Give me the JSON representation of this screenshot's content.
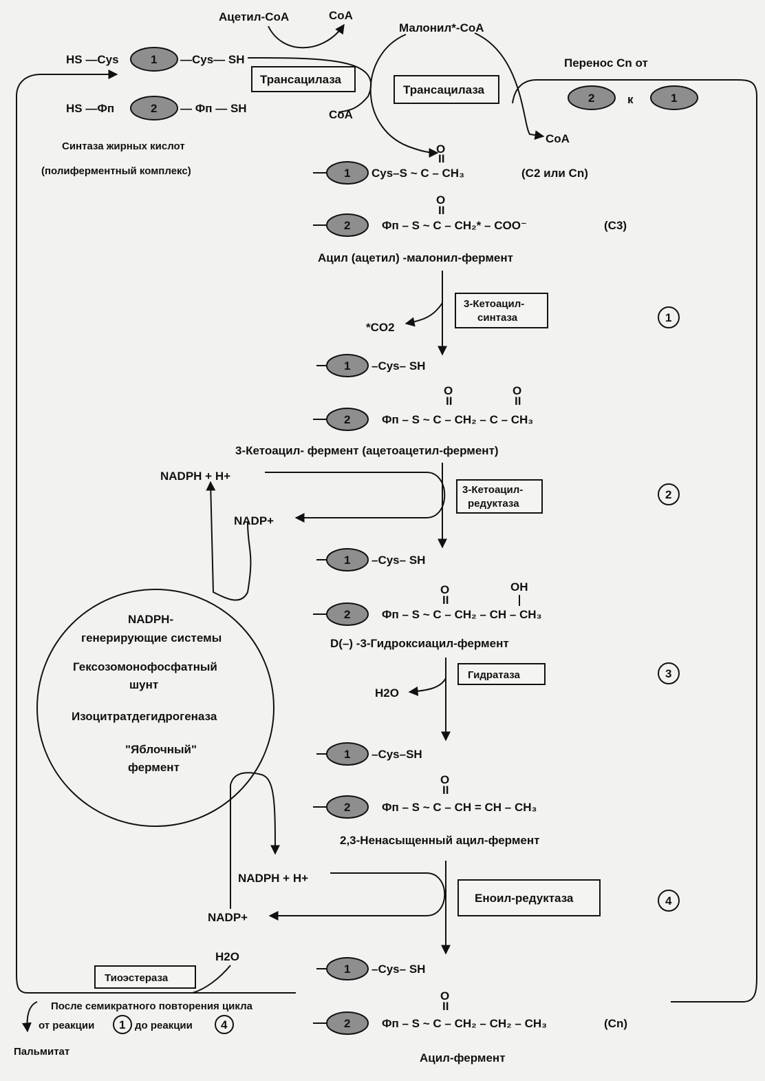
{
  "top": {
    "acetyl_coa": "Ацетил-CoA",
    "coa_1": "CoA",
    "malonyl_coa": "Малонил*-CoA",
    "coa_2": "CoA",
    "coa_3": "CoA",
    "hs_cys": "HS —Cys",
    "cys_sh": "—Cys— SH",
    "hs_fp": "HS —Фп",
    "fp_sh": "— Фп — SH",
    "synthase_line1": "Синтаза жирных кислот",
    "synthase_line2": "(полиферментный комплекс)",
    "transfer_label": "Перенос Cn от",
    "transfer_k": "к"
  },
  "enzymes": {
    "transacylase_1": "Трансацилаза",
    "transacylase_2": "Трансацилаза",
    "ketoacyl_synthase_1": "3-Кетоацил-",
    "ketoacyl_synthase_2": "синтаза",
    "ketoacyl_reductase_1": "3-Кетоацил-",
    "ketoacyl_reductase_2": "редуктаза",
    "hydratase": "Гидратаза",
    "enoyl_reductase": "Еноил-редуктаза",
    "thioesterase": "Тиоэстераза"
  },
  "steps": {
    "s1": "1",
    "s2": "2",
    "s3": "3",
    "s4": "4"
  },
  "domains": {
    "one": "1",
    "two": "2"
  },
  "compounds": {
    "acyl_malonyl": "Ацил (ацетил) -малонил-фермент",
    "ketoacyl": "3-Кетоацил- фермент (ацетоацетил-фермент)",
    "hydroxyacyl": "D(–) -3-Гидроксиацил-фермент",
    "unsaturated": "2,3-Ненасыщенный ацил-фермент",
    "acyl_enzyme": "Ацил-фермент",
    "c2_or_cn": "(C2 или Cn)",
    "c3": "(C3)",
    "cn": "(Cn)"
  },
  "cofactors": {
    "co2": "*CO2",
    "nadph_1": "NADPH + H+",
    "nadp_1": "NADP+",
    "h2o_1": "H2O",
    "nadph_2": "NADPH + H+",
    "nadp_2": "NADP+",
    "h2o_2": "H2O"
  },
  "circle": {
    "line1": "NADPH-",
    "line2": "генерирующие системы",
    "line3": "Гексозомонофосфатный",
    "line4": "шунт",
    "line5": "Изоцитратдегидрогеназа",
    "line6": "\"Яблочный\"",
    "line7": "фермент"
  },
  "bottom": {
    "after_line1": "После семикратного повторения цикла",
    "after_line2a": "от реакции",
    "after_line2b": "до реакции",
    "palmitate": "Пальмитат"
  },
  "colors": {
    "domain_fill": "#8e8e8e",
    "background": "#f2f2f0"
  }
}
